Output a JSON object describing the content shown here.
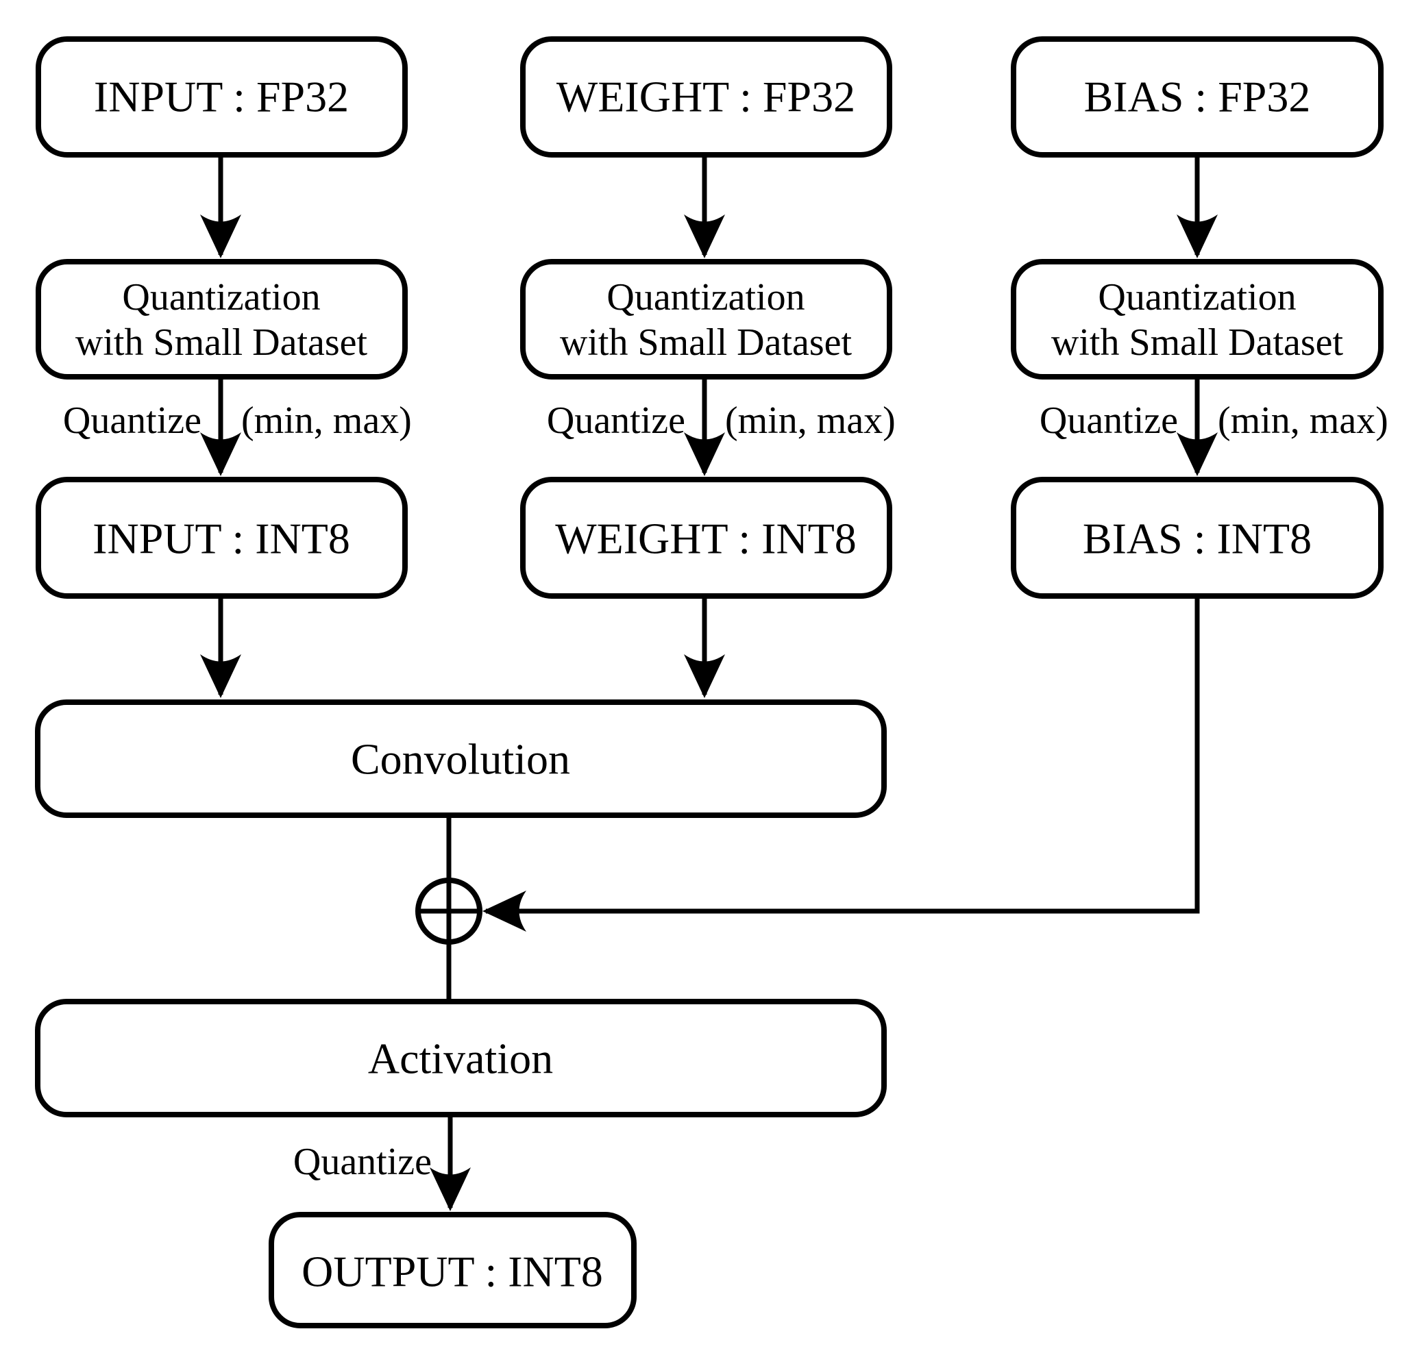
{
  "page": {
    "background_color": "#ffffff",
    "stroke_color": "#000000",
    "box_fill_color": "#ffffff"
  },
  "columns": [
    {
      "id": "input",
      "fp32_label": "INPUT : FP32",
      "quant_line1": "Quantization",
      "quant_line2": "with Small Dataset",
      "quantize_label": "Quantize",
      "minmax_label": "(min, max)",
      "int8_label": "INPUT : INT8"
    },
    {
      "id": "weight",
      "fp32_label": "WEIGHT : FP32",
      "quant_line1": "Quantization",
      "quant_line2": "with Small Dataset",
      "quantize_label": "Quantize",
      "minmax_label": "(min, max)",
      "int8_label": "WEIGHT : INT8"
    },
    {
      "id": "bias",
      "fp32_label": "BIAS : FP32",
      "quant_line1": "Quantization",
      "quant_line2": "with Small Dataset",
      "quantize_label": "Quantize",
      "minmax_label": "(min, max)",
      "int8_label": "BIAS : INT8"
    }
  ],
  "convolution_label": "Convolution",
  "activation_label": "Activation",
  "final_quantize_label": "Quantize",
  "output_label": "OUTPUT : INT8",
  "icons": {
    "add_operator": "circled-plus"
  }
}
